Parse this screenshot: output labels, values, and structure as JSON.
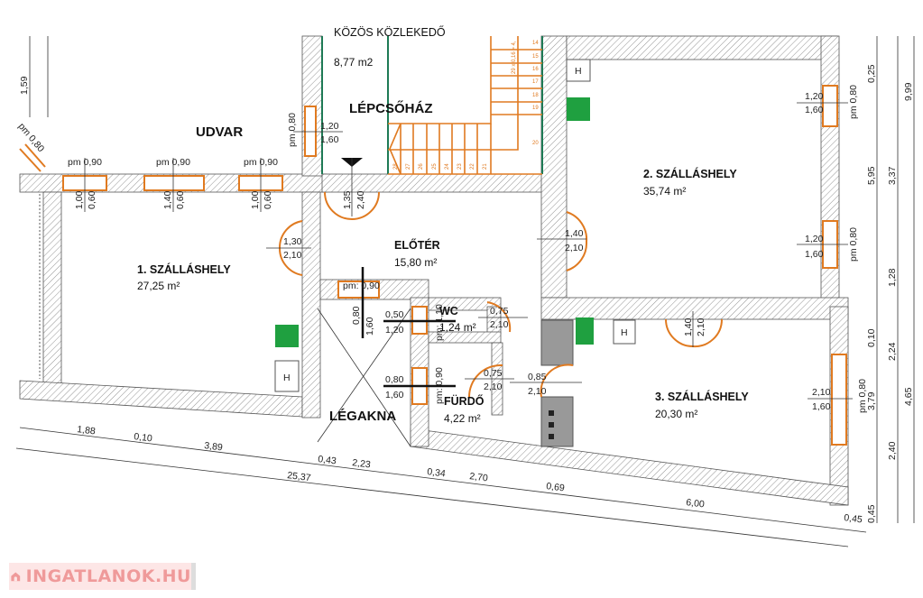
{
  "rooms": {
    "udvar": "UDVAR",
    "kozos": {
      "name": "KÖZÖS KÖZLEKEDŐ",
      "area": "8,77 m2"
    },
    "lepcsohaz": "LÉPCSŐHÁZ",
    "szallashely1": {
      "name": "1. SZÁLLÁSHELY",
      "area": "27,25 m²"
    },
    "szallashely2": {
      "name": "2. SZÁLLÁSHELY",
      "area": "35,74 m²"
    },
    "szallashely3": {
      "name": "3. SZÁLLÁSHELY",
      "area": "20,30 m²"
    },
    "eloter": {
      "name": "ELŐTÉR",
      "area": "15,80 m²"
    },
    "wc": {
      "name": "WC",
      "area": "1,24 m²"
    },
    "furdo": {
      "name": "FÜRDŐ",
      "area": "4,22 m²"
    },
    "legakna": "LÉGAKNA"
  },
  "openings": {
    "w1": {
      "pm": "pm 0,90",
      "a": "1,00",
      "b": "0,60"
    },
    "w2": {
      "pm": "pm 0,90",
      "a": "1,40",
      "b": "0,60"
    },
    "w3": {
      "pm": "pm 0,90",
      "a": "1,00",
      "b": "0,60"
    },
    "wdiag": "pm 0,80",
    "wstair": {
      "pm": "pm 0,80",
      "a": "1,20",
      "b": "1,60"
    },
    "dentry": {
      "a": "1,35",
      "b": "2,40"
    },
    "droom1": {
      "a": "1,30",
      "b": "2,10"
    },
    "droom2": {
      "a": "1,40",
      "b": "2,10"
    },
    "wroom2a": {
      "pm": "pm 0,80",
      "a": "1,20",
      "b": "1,60"
    },
    "wroom2b": {
      "pm": "pm 0,80",
      "a": "1,20",
      "b": "1,60"
    },
    "droom3": {
      "a": "1,40",
      "b": "2,10"
    },
    "wroom3": {
      "pm": "pm 0,80",
      "a": "2,10",
      "b": "1,60"
    },
    "weloter": {
      "pm": "pm: 0,90",
      "a": "0,80",
      "b": "1,60"
    },
    "wwc": {
      "pm": "pm: 1,10",
      "a": "0,50",
      "b": "1,20"
    },
    "dwc": {
      "a": "0,75",
      "b": "2,10"
    },
    "wfurdo": {
      "pm": "pm: 0,90",
      "a": "0,80",
      "b": "1,60"
    },
    "dfurdo": {
      "a": "0,75",
      "b": "2,10"
    },
    "dhall": {
      "a": "0,85",
      "b": "2,10"
    }
  },
  "stairs": [
    "14",
    "15",
    "16",
    "17",
    "18",
    "19",
    "20",
    "21",
    "22",
    "23",
    "24",
    "25",
    "26",
    "27",
    "28"
  ],
  "stairs_note": "29 x 0,16 = 4,",
  "fixtures": {
    "h": "H"
  },
  "dims": {
    "left": "1,59",
    "bottom_inner": [
      "1,88",
      "0,10",
      "3,89",
      "0,43",
      "2,23",
      "0,34",
      "2,70",
      "0,69",
      "6,00",
      "0,45"
    ],
    "bottom_total": "25,37",
    "right_1": [
      "0,25",
      "5,95",
      "0,10",
      "3,79",
      "0,45"
    ],
    "right_2": [
      "3,37",
      "1,28",
      "2,24",
      "2,40"
    ],
    "right_3": [
      "9,99",
      "4,65"
    ]
  },
  "watermark": "INGATLANOK.HU"
}
